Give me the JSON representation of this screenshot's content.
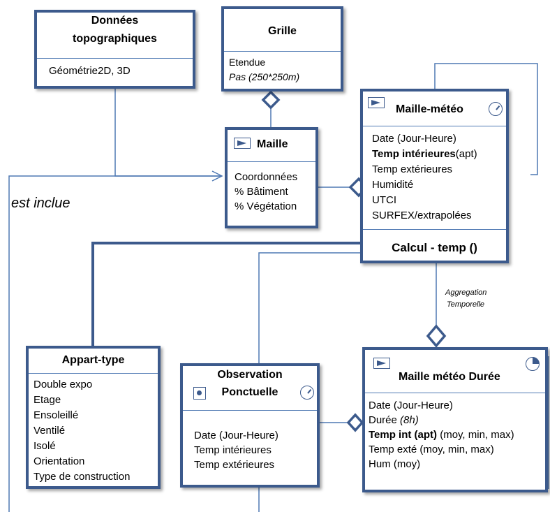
{
  "boxes": {
    "donnees": {
      "title_line1": "Données",
      "title_line2": "topographiques",
      "attr1": "Géométrie2D, 3D"
    },
    "grille": {
      "title": "Grille",
      "attr1": "Etendue",
      "attr2": "Pas (250*250m)"
    },
    "maille": {
      "title": "Maille",
      "attr1": "Coordonnées",
      "attr2": "% Bâtiment",
      "attr3": "% Végétation"
    },
    "maille_meteo": {
      "title": "Maille-météo",
      "attr1": "Date (Jour-Heure)",
      "attr2_bold": "Temp intérieures",
      "attr2_rest": "(apt)",
      "attr3": "Temp extérieures",
      "attr4": "Humidité",
      "attr5": "UTCI",
      "attr6": "SURFEX/extrapolées",
      "operation": "Calcul - temp ()"
    },
    "appart_type": {
      "title": "Appart-type",
      "attrs": [
        "Double expo",
        "Etage",
        "Ensoleillé",
        "Ventilé",
        "Isolé",
        "Orientation",
        "Type de construction"
      ]
    },
    "observation": {
      "title_line1": "Observation",
      "title_line2": "Ponctuelle",
      "attr1": "Date (Jour-Heure)",
      "attr2": "Temp intérieures",
      "attr3": "Temp extérieures"
    },
    "maille_duree": {
      "title": "Maille  météo Durée",
      "attr1": "Date (Jour-Heure)",
      "attr2_plain": "Durée ",
      "attr2_italic": "(8h)",
      "attr3_bold": "Temp int (apt)",
      "attr3_rest": " (moy, min, max)",
      "attr4": "Temp exté  (moy, min, max)",
      "attr5": " Hum (moy)"
    }
  },
  "labels": {
    "est_inclue": "est inclue",
    "aggregation_line1": "Aggregation",
    "aggregation_line2": "Temporelle"
  },
  "icons": {
    "stereotype": "stereotype-arrow-icon",
    "clock": "clock-icon",
    "pie": "pie-quarter-icon",
    "point": "point-icon"
  },
  "colors": {
    "border": "#3c5a8c",
    "line": "#4f79b3"
  }
}
